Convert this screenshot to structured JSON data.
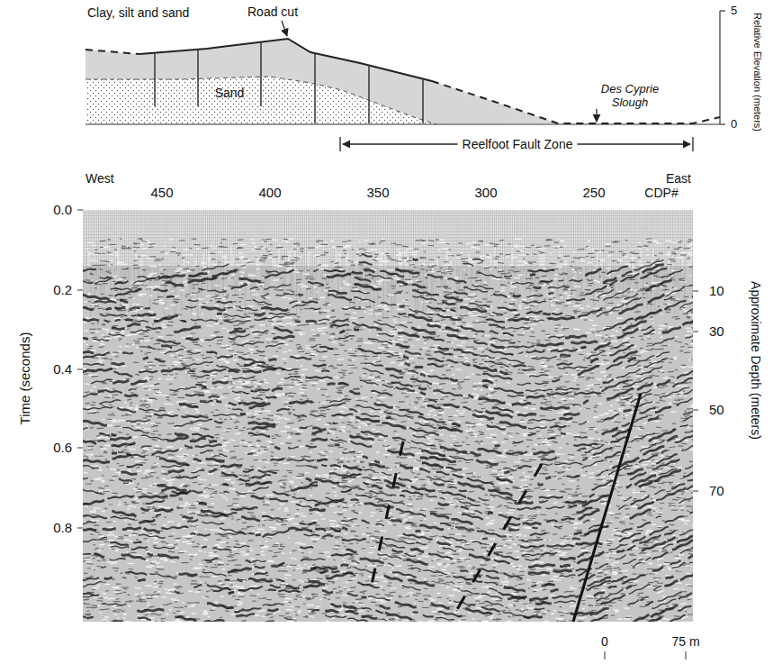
{
  "diagram": {
    "labels": [
      "Clay, silt and sand",
      "Road cut",
      "Sand",
      "Des Cyprie Slough",
      "5",
      "0",
      "Relative Elevation (meters)",
      "Reelfoot Fault Zone",
      "West",
      "East",
      "450",
      "400",
      "350",
      "300",
      "250",
      "CDP#",
      "0.0",
      "0.2",
      "0.4",
      "0.6",
      "0.8",
      "Time (seconds)",
      "10",
      "30",
      "50",
      "70",
      "Approximate Depth (meters)",
      "0",
      "75 m"
    ]
  }
}
